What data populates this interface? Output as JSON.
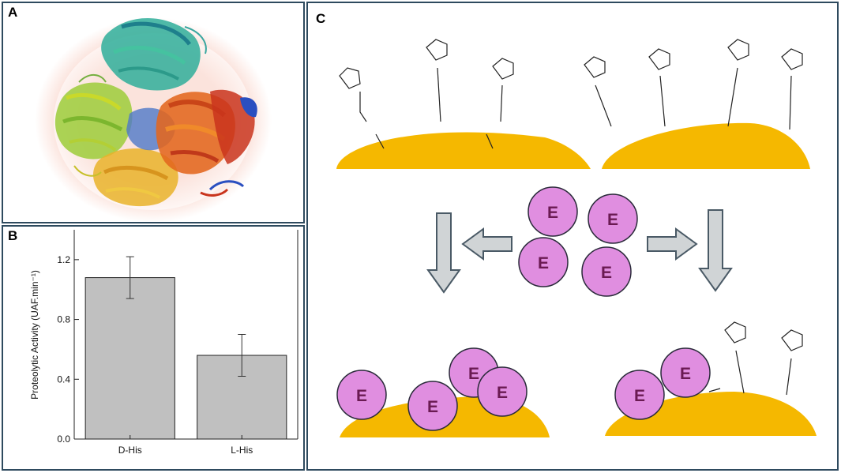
{
  "panels": {
    "a": {
      "letter": "A"
    },
    "b": {
      "letter": "B"
    },
    "c": {
      "letter": "C"
    }
  },
  "chart_data": {
    "type": "bar",
    "categories": [
      "D-His",
      "L-His"
    ],
    "values": [
      1.08,
      0.56
    ],
    "errors": [
      0.14,
      0.14
    ],
    "ylabel": "Proteolytic Activity (UAF.min⁻¹)",
    "xlabel": "",
    "ylim": [
      0,
      1.4
    ],
    "yticks": [
      0.0,
      0.4,
      0.8,
      1.2
    ],
    "ytick_labels": [
      "0.0",
      "0.4",
      "0.8",
      "1.2"
    ],
    "bar_color": "#c0c0c0",
    "grid": false
  },
  "diagram": {
    "enzyme_label": "E",
    "colors": {
      "enzyme_fill": "#e08ee0",
      "enzyme_text": "#6a1a52",
      "surface": "#f5b800",
      "arrow_fill": "#d0d4d6",
      "arrow_stroke": "#4a5a66",
      "glow": "#f6b9a8"
    }
  }
}
